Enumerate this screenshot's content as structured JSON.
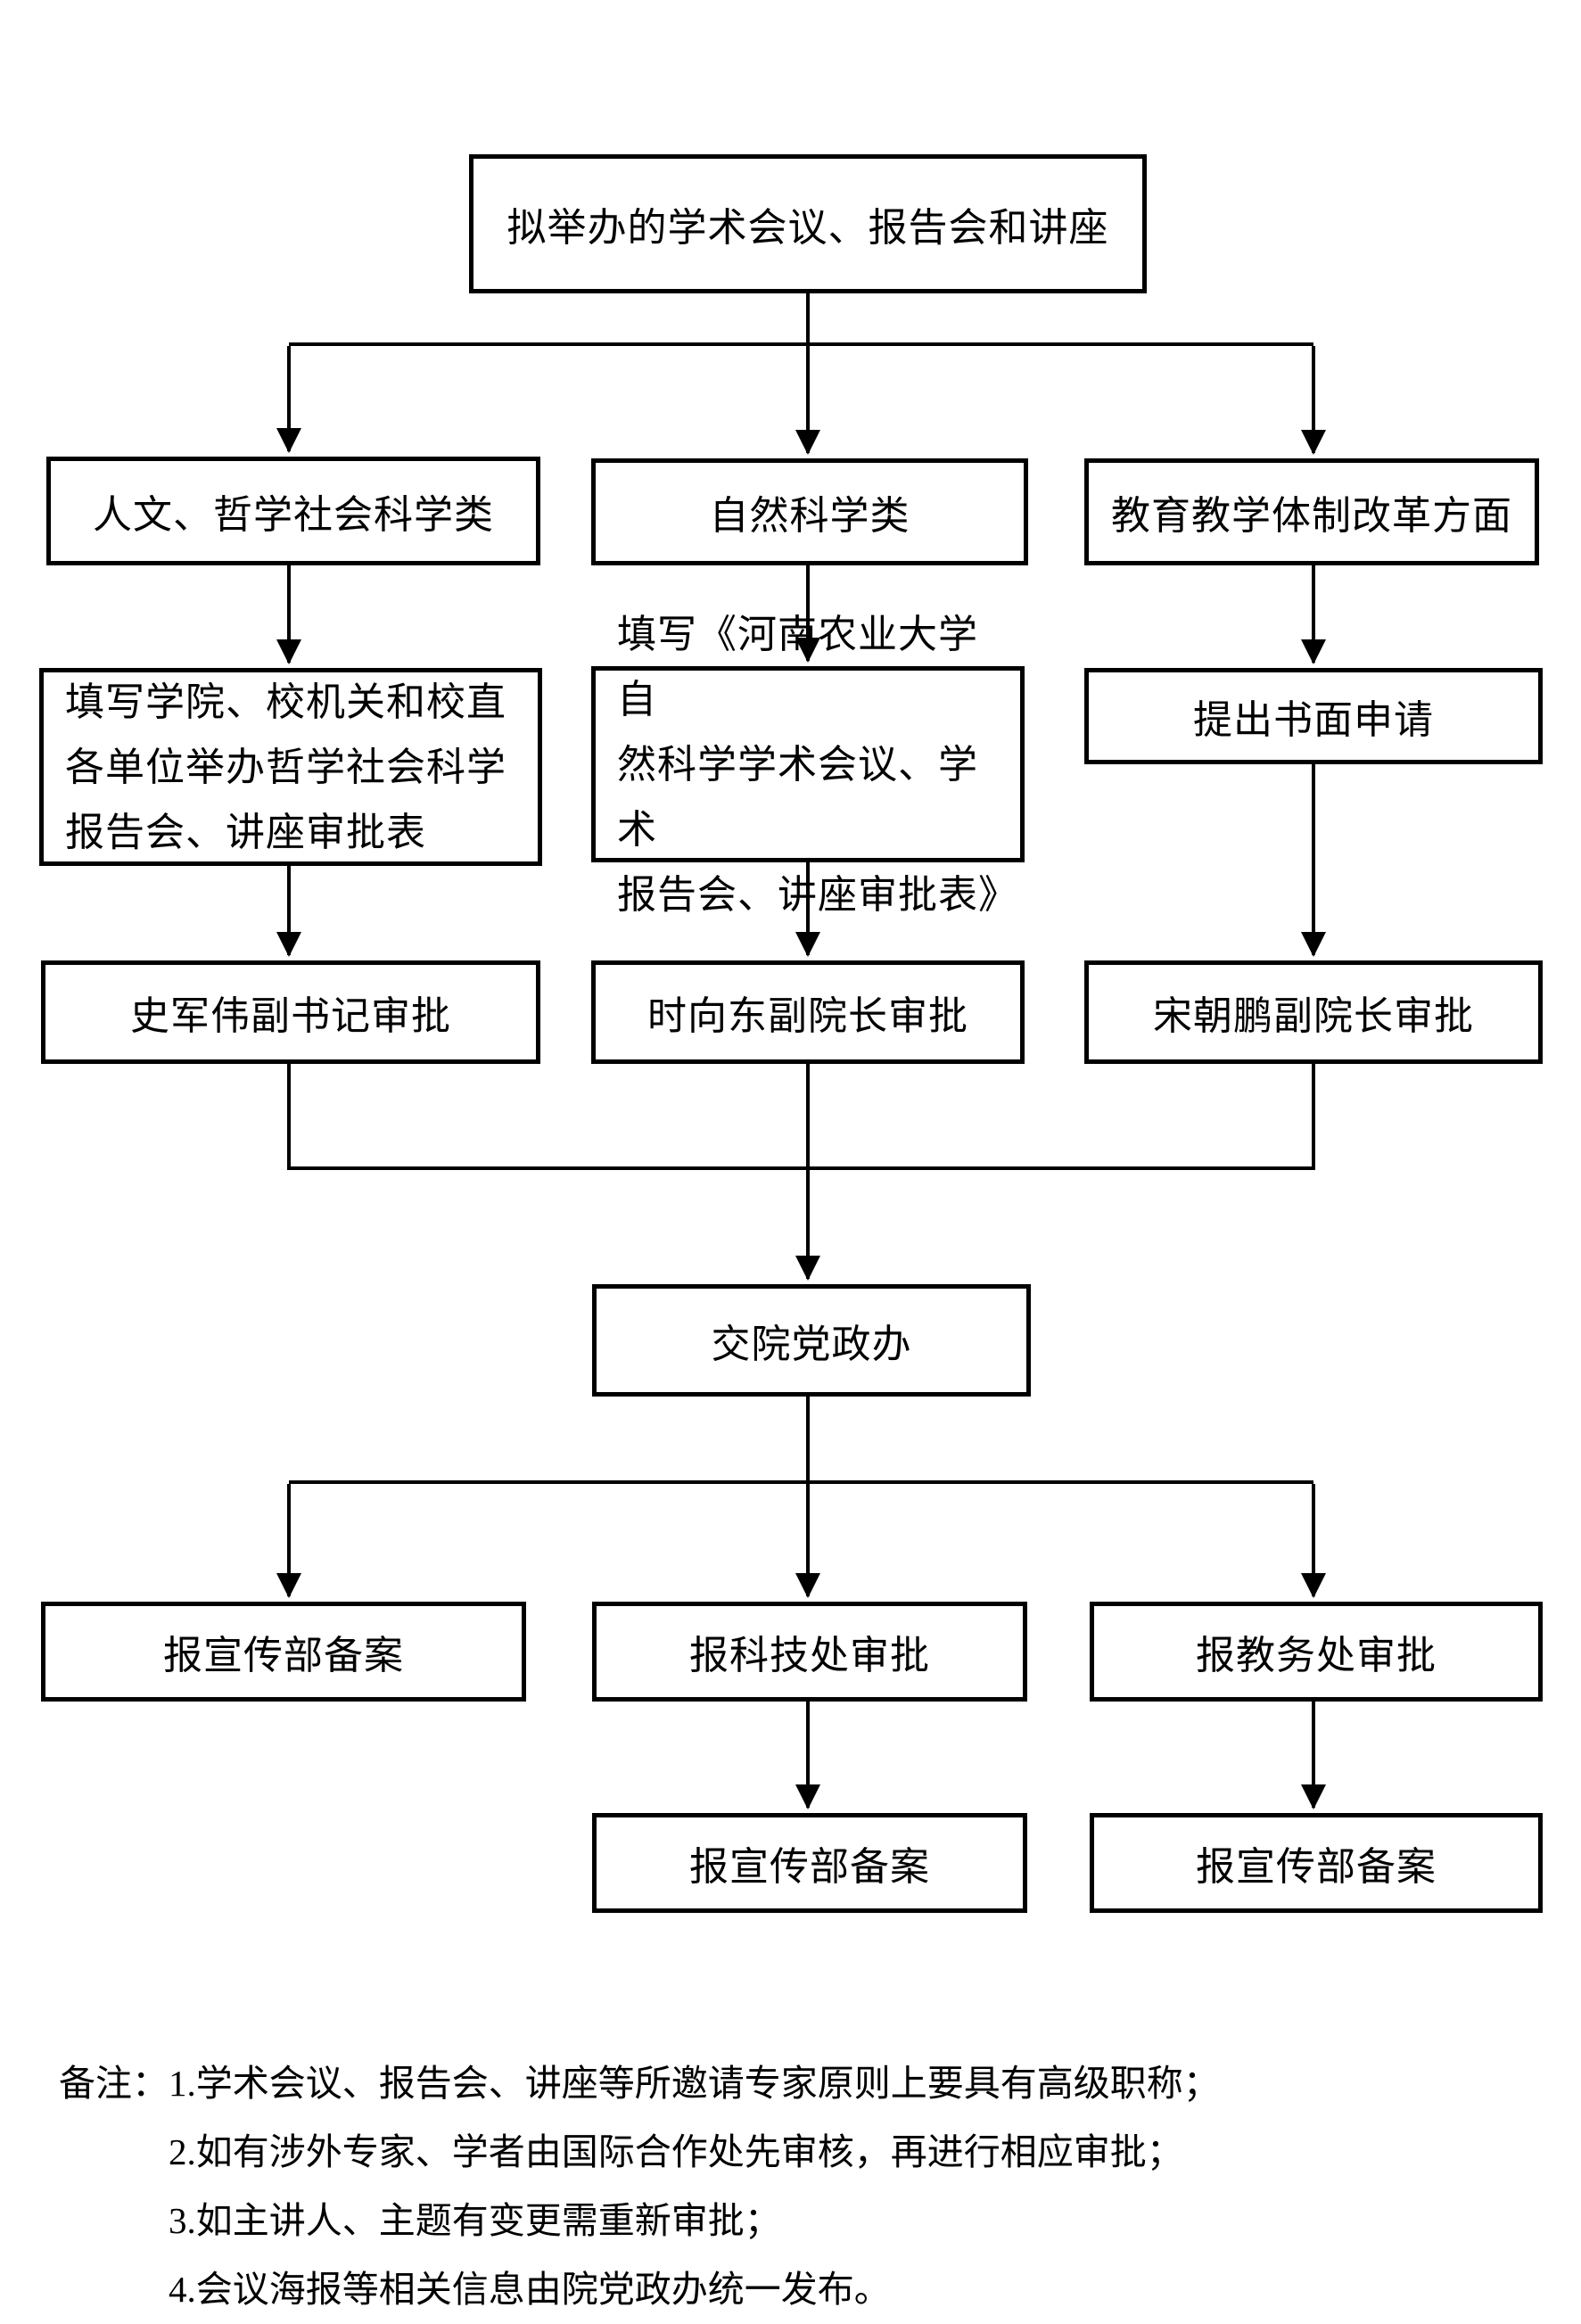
{
  "flowchart": {
    "title_node": "拟举办的学术会议、报告会和讲座",
    "nodes": {
      "start": "拟举办的学术会议、报告会和讲座",
      "cat_humanities": "人文、哲学社会科学类",
      "cat_natural": "自然科学类",
      "cat_education": "教育教学体制改革方面",
      "form_humanities_lines": [
        "填写学院、校机关和校直",
        "各单位举办哲学社会科学",
        "报告会、讲座审批表"
      ],
      "form_natural_lines": [
        "填写《河南农业大学自",
        "然科学学术会议、学术",
        "报告会、讲座审批表》"
      ],
      "form_education": "提出书面申请",
      "approve_humanities": "史军伟副书记审批",
      "approve_natural": "时向东副院长审批",
      "approve_education": "宋朝鹏副院长审批",
      "office": "交院党政办",
      "record_propaganda_left": "报宣传部备案",
      "approve_scitech": "报科技处审批",
      "approve_academic_affairs": "报教务处审批",
      "record_propaganda_mid": "报宣传部备案",
      "record_propaganda_right": "报宣传部备案"
    },
    "notes": {
      "label": "备注：",
      "items": [
        "1.学术会议、报告会、讲座等所邀请专家原则上要具有高级职称；",
        "2.如有涉外专家、学者由国际合作处先审核，再进行相应审批；",
        "3.如主讲人、主题有变更需重新审批；",
        "4.会议海报等相关信息由院党政办统一发布。"
      ]
    },
    "colors": {
      "line": "#000000",
      "box_border": "#000000",
      "background": "#ffffff",
      "text": "#000000"
    }
  }
}
